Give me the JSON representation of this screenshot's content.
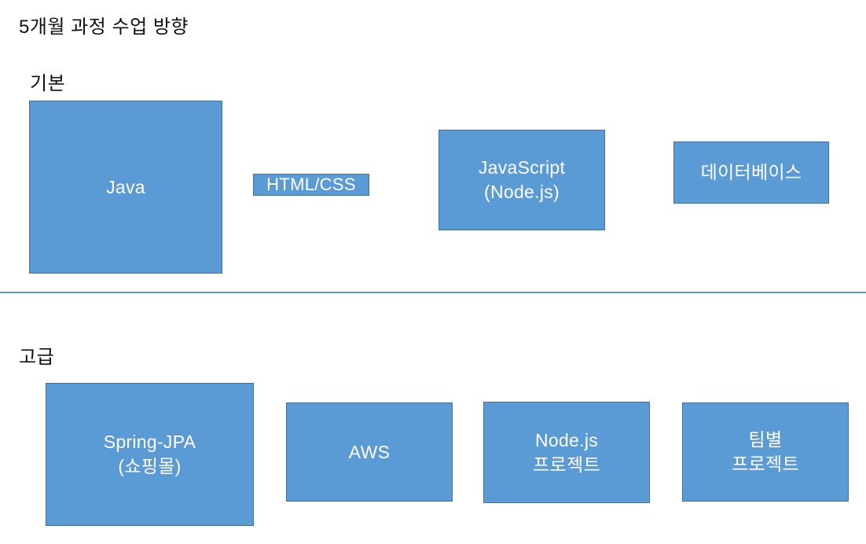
{
  "page": {
    "title": "5개월 과정 수업 방향"
  },
  "colors": {
    "box_fill": "#5b9bd5",
    "box_border": "#41719c",
    "box_text": "#ffffff",
    "divider": "#5b9bd5",
    "heading_text": "#111111",
    "background": "#ffffff"
  },
  "sections": {
    "basic": {
      "label": "기본",
      "boxes": {
        "java": {
          "label": "Java"
        },
        "htmlcss": {
          "label": "HTML/CSS"
        },
        "javascript": {
          "label": "JavaScript\n(Node.js)"
        },
        "database": {
          "label": "데이터베이스"
        }
      }
    },
    "advanced": {
      "label": "고급",
      "boxes": {
        "spring": {
          "label": "Spring-JPA\n(쇼핑몰)"
        },
        "aws": {
          "label": "AWS"
        },
        "nodejs": {
          "label": "Node.js\n프로젝트"
        },
        "team": {
          "label": "팀별\n프로젝트"
        }
      }
    }
  }
}
